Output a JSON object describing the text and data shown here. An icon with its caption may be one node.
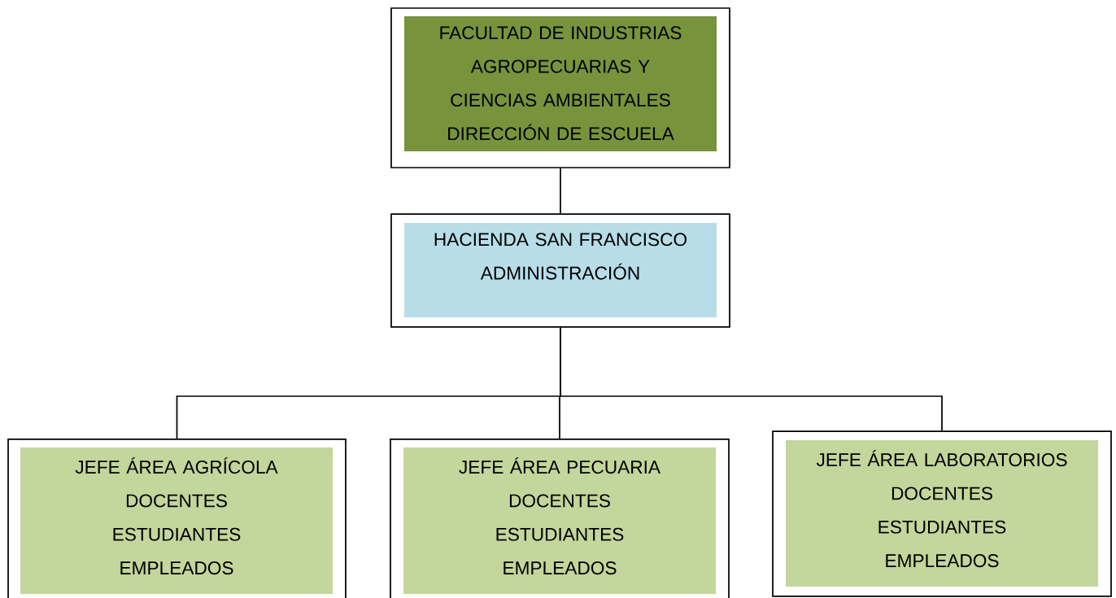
{
  "diagram": {
    "nodes": [
      {
        "text": [
          "FACULTAD DE INDUSTRIAS AGROPECUARIAS Y CIENCIAS AMBIENTALES",
          "DIRECCIÓN DE ESCUELA"
        ]
      },
      {
        "text": [
          "HACIENDA SAN FRANCISCO",
          "ADMINISTRACIÓN"
        ]
      },
      {
        "text": [
          "JEFE ÁREA AGRÍCOLA",
          "DOCENTES",
          "ESTUDIANTES",
          "EMPLEADOS"
        ]
      },
      {
        "text": [
          "JEFE ÁREA PECUARIA",
          "DOCENTES",
          "ESTUDIANTES",
          "EMPLEADOS"
        ]
      },
      {
        "text": [
          "JEFE ÁREA LABORATORIOS",
          "DOCENTES",
          "ESTUDIANTES",
          "EMPLEADOS"
        ]
      }
    ],
    "edges": [
      {
        "from": 0,
        "to": 1,
        "arrow": "none"
      },
      {
        "from": 1,
        "to": 2,
        "arrow": "none"
      },
      {
        "from": 1,
        "to": 3,
        "arrow": "none"
      },
      {
        "from": 1,
        "to": 4,
        "arrow": "none"
      }
    ]
  }
}
